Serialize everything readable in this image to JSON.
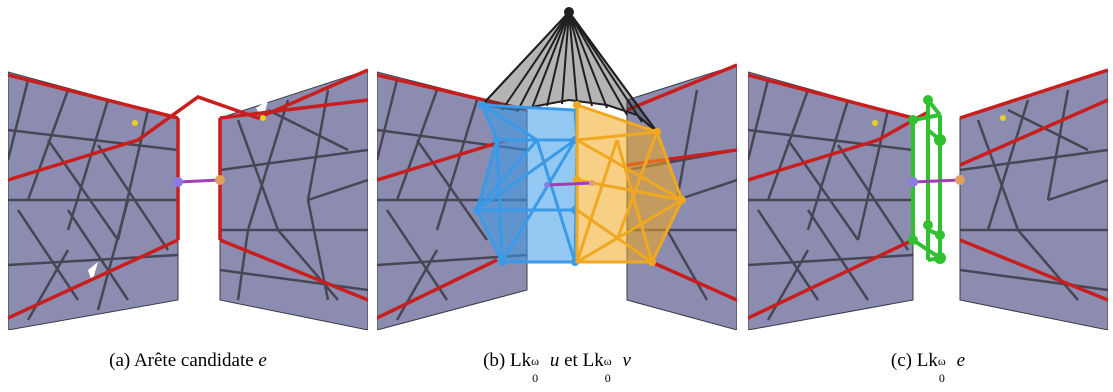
{
  "figure": {
    "panels": [
      {
        "id": "a",
        "caption_label": "(a)",
        "caption_text": "Arête candidate",
        "caption_var": "e"
      },
      {
        "id": "b",
        "caption_label": "(b)",
        "lk_base": "Lk",
        "lk_sup": "ω",
        "lk_sub": "0",
        "caption_var1": "u",
        "caption_join": "et",
        "caption_var2": "v"
      },
      {
        "id": "c",
        "caption_label": "(c)",
        "lk_base": "Lk",
        "lk_sup": "ω",
        "lk_sub": "0",
        "caption_var": "e"
      }
    ],
    "colors": {
      "mesh_fill": "#8c8cb0",
      "mesh_edge": "#3a3a44",
      "boundary": "#c81e1e",
      "vertex_u": "#8a7be0",
      "vertex_v": "#e0a060",
      "edge_e": "#a040b0",
      "link_u": "#3a9ae8",
      "link_v": "#f0a820",
      "apex": "#202020",
      "link_e": "#30c030"
    }
  }
}
